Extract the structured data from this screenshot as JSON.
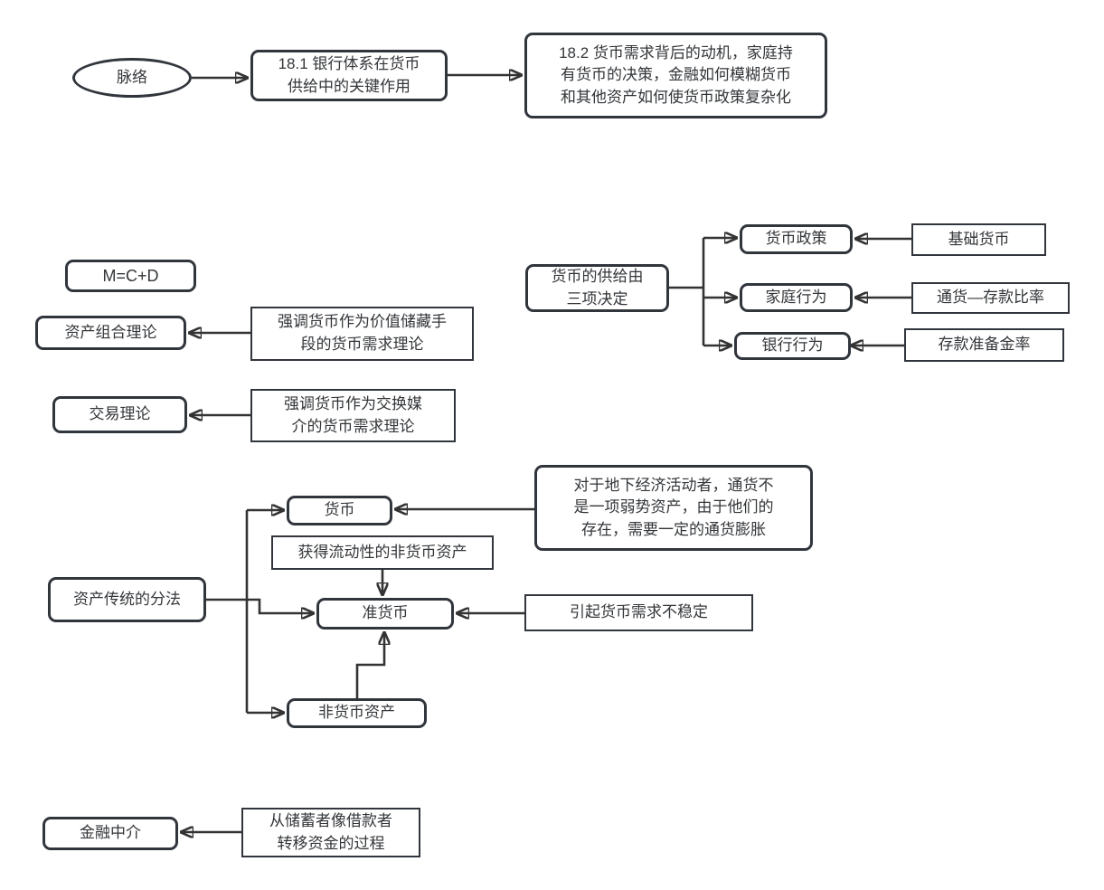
{
  "diagram_title": "脉络",
  "colors": {
    "stroke": "#31353c",
    "text": "#333639",
    "canvas": "#ffffff",
    "arrow": "#333333"
  },
  "nodes": {
    "mailuo": {
      "label": "脉络"
    },
    "ch18_1": {
      "lines": [
        "18.1 银行体系在货币",
        "供给中的关键作用"
      ]
    },
    "ch18_2": {
      "lines": [
        "18.2 货币需求背后的动机，家庭持",
        "有货币的决策，金融如何模糊货币",
        "和其他资产如何使货币政策复杂化"
      ]
    },
    "mcd": {
      "label": "M=C+D"
    },
    "portfolio": {
      "label": "资产组合理论"
    },
    "portfolio_note": {
      "lines": [
        "强调货币作为价值储藏手",
        "段的货币需求理论"
      ]
    },
    "transaction": {
      "label": "交易理论"
    },
    "transaction_note": {
      "lines": [
        "强调货币作为交换媒",
        "介的货币需求理论"
      ]
    },
    "supply": {
      "lines": [
        "货币的供给由",
        "三项决定"
      ]
    },
    "policy": {
      "label": "货币政策"
    },
    "base_money": {
      "label": "基础货币"
    },
    "household": {
      "label": "家庭行为"
    },
    "currency_deposit_ratio": {
      "label": "通货—存款比率"
    },
    "bank": {
      "label": "银行行为"
    },
    "reserve_ratio": {
      "label": "存款准备金率"
    },
    "asset_split": {
      "label": "资产传统的分法"
    },
    "money": {
      "label": "货币"
    },
    "underground_note": {
      "lines": [
        "对于地下经济活动者，通货不",
        "是一项弱势资产，由于他们的",
        "存在，需要一定的通货膨胀"
      ]
    },
    "liquidity_note": {
      "label": "获得流动性的非货币资产"
    },
    "quasi_money": {
      "label": "准货币"
    },
    "instability_note": {
      "label": "引起货币需求不稳定"
    },
    "non_money": {
      "label": "非货币资产"
    },
    "intermediary": {
      "label": "金融中介"
    },
    "intermediary_note": {
      "lines": [
        "从储蓄者像借款者",
        "转移资金的过程"
      ]
    }
  }
}
